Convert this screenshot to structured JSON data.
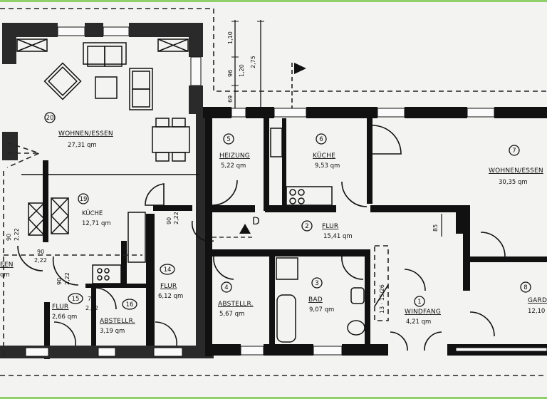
{
  "plan": {
    "rooms": [
      {
        "id": "20",
        "name": "WOHNEN/ESSEN",
        "area": "27,31 qm"
      },
      {
        "id": "19",
        "name": "KÜCHE",
        "area": "12,71 qm"
      },
      {
        "id": "5",
        "name": "HEIZUNG",
        "area": "5,22 qm"
      },
      {
        "id": "6",
        "name": "KÜCHE",
        "area": "9,53 qm"
      },
      {
        "id": "7",
        "name": "WOHNEN/ESSEN",
        "area": "30,35 qm"
      },
      {
        "id": "2",
        "name": "FLUR",
        "area": "15,41 qm"
      },
      {
        "id": "14",
        "name": "FLUR",
        "area": "6,12 qm"
      },
      {
        "id": "15",
        "name": "FLUR",
        "area": "2,66 qm"
      },
      {
        "id": "16",
        "name": "ABSTELLR.",
        "area": "3,19 qm"
      },
      {
        "id": "4",
        "name": "ABSTELLR.",
        "area": "5,67 qm"
      },
      {
        "id": "3",
        "name": "BAD",
        "area": "9,07 qm"
      },
      {
        "id": "1",
        "name": "WINDFANG",
        "area": "4,21 qm"
      },
      {
        "id": "8",
        "name": "GARD",
        "area": "12,10"
      },
      {
        "id": "",
        "name": "EEN",
        "area": "qm"
      }
    ],
    "dimensions": {
      "d110": "1,10",
      "d96": "96",
      "d120": "1,20",
      "d275": "2,75",
      "d69": "69",
      "door_a_w": "90",
      "door_a_h": "2,22",
      "door_b_w": "90",
      "door_b_h": "2,22",
      "door_c_w": "90",
      "door_c_h": "2,22",
      "door_d_w": "90",
      "door_d_h": "2,22",
      "door_e_w": "78",
      "door_e_h": "2,22",
      "d85": "85",
      "stair": "13 · 15/26"
    },
    "markers": {
      "section": "D"
    }
  }
}
